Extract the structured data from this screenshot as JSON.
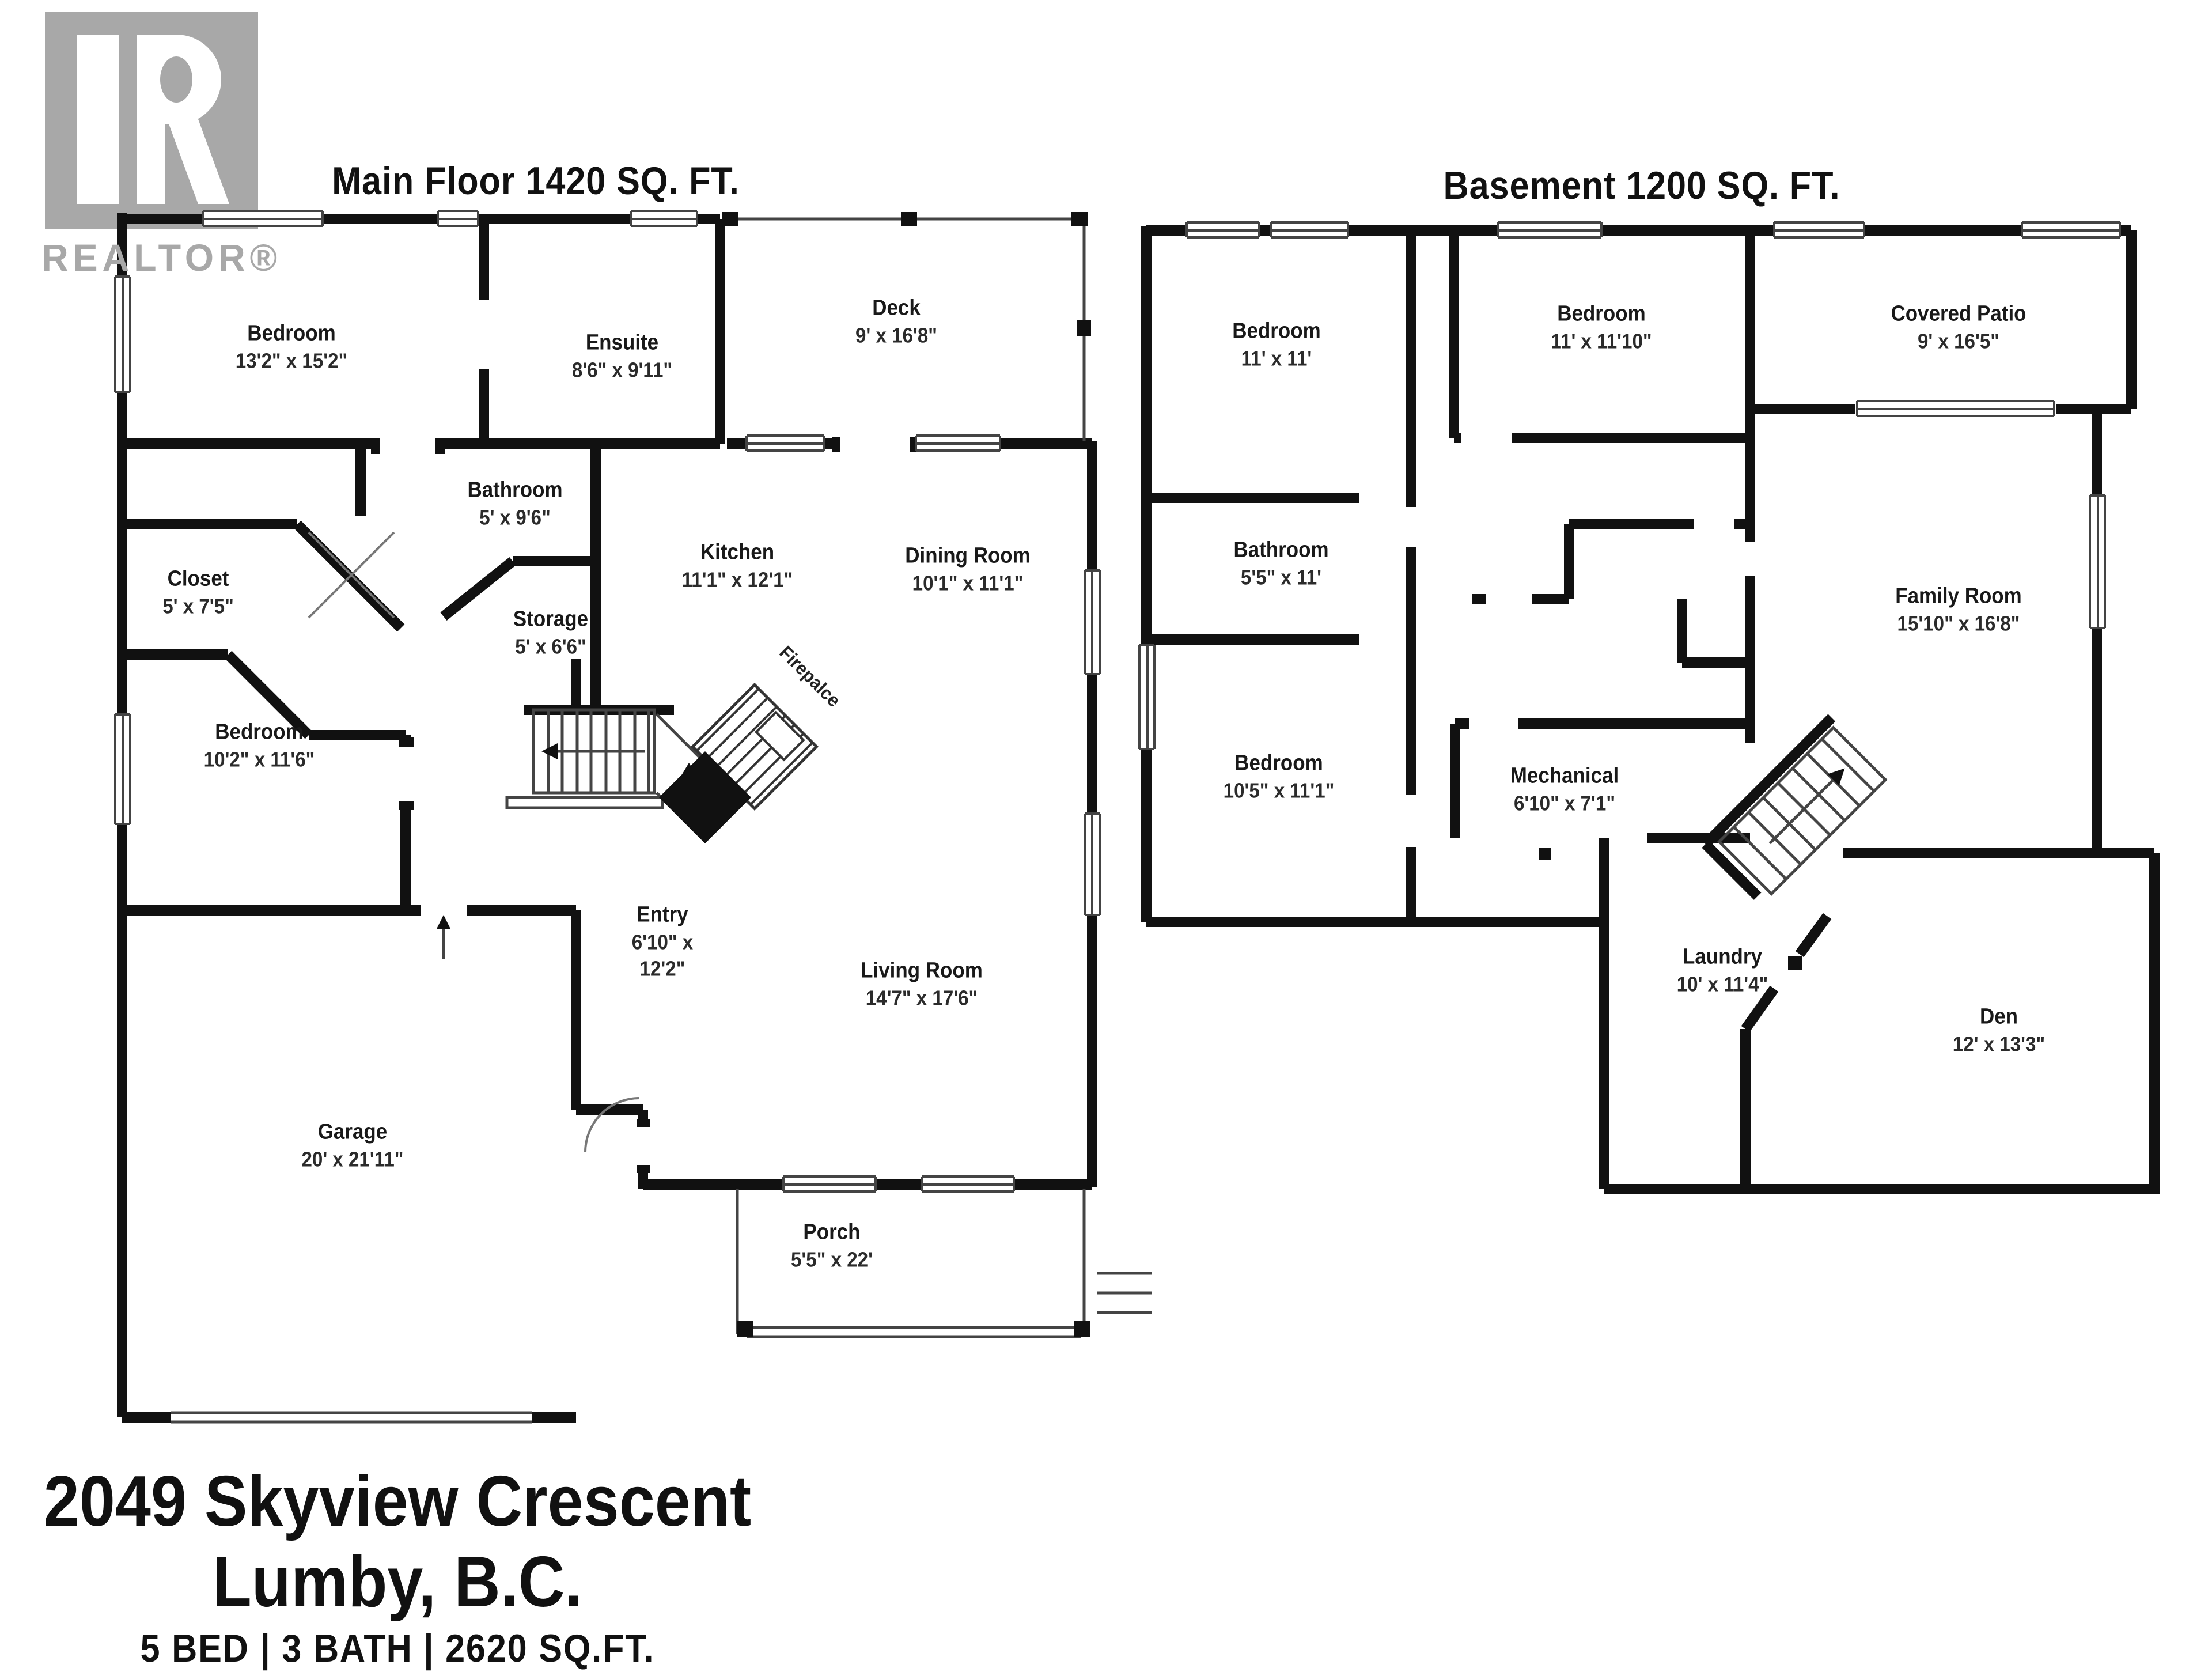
{
  "logo": {
    "brand": "REALTOR®"
  },
  "floors": [
    {
      "title": "Main Floor 1420 SQ. FT.",
      "rooms": [
        {
          "name": "Bedroom",
          "dims": "13'2\" x 15'2\""
        },
        {
          "name": "Ensuite",
          "dims": "8'6\" x 9'11\""
        },
        {
          "name": "Deck",
          "dims": "9' x 16'8\""
        },
        {
          "name": "Bathroom",
          "dims": "5' x 9'6\""
        },
        {
          "name": "Closet",
          "dims": "5' x 7'5\""
        },
        {
          "name": "Kitchen",
          "dims": "11'1\" x 12'1\""
        },
        {
          "name": "Dining Room",
          "dims": "10'1\" x 11'1\""
        },
        {
          "name": "Storage",
          "dims": "5' x 6'6\""
        },
        {
          "name": "Bedroom",
          "dims": "10'2\" x 11'6\""
        },
        {
          "name": "Entry",
          "dims": "6'10\" x 12'2\""
        },
        {
          "name": "Living Room",
          "dims": "14'7\" x 17'6\""
        },
        {
          "name": "Garage",
          "dims": "20' x 21'11\""
        },
        {
          "name": "Porch",
          "dims": "5'5\" x 22'"
        }
      ],
      "fireplace_label": "Firepalce"
    },
    {
      "title": "Basement 1200 SQ. FT.",
      "rooms": [
        {
          "name": "Bedroom",
          "dims": "11' x 11'"
        },
        {
          "name": "Bedroom",
          "dims": "11' x 11'10\""
        },
        {
          "name": "Covered Patio",
          "dims": "9' x 16'5\""
        },
        {
          "name": "Bathroom",
          "dims": "5'5\" x 11'"
        },
        {
          "name": "Family Room",
          "dims": "15'10\" x 16'8\""
        },
        {
          "name": "Bedroom",
          "dims": "10'5\" x 11'1\""
        },
        {
          "name": "Mechanical",
          "dims": "6'10\" x 7'1\""
        },
        {
          "name": "Laundry",
          "dims": "10' x 11'4\""
        },
        {
          "name": "Den",
          "dims": "12' x 13'3\""
        }
      ]
    }
  ],
  "address": {
    "line1": "2049 Skyview Crescent",
    "line2": "Lumby, B.C.",
    "stats": "5 BED  |  3 BATH  |  2620 SQ.FT."
  }
}
